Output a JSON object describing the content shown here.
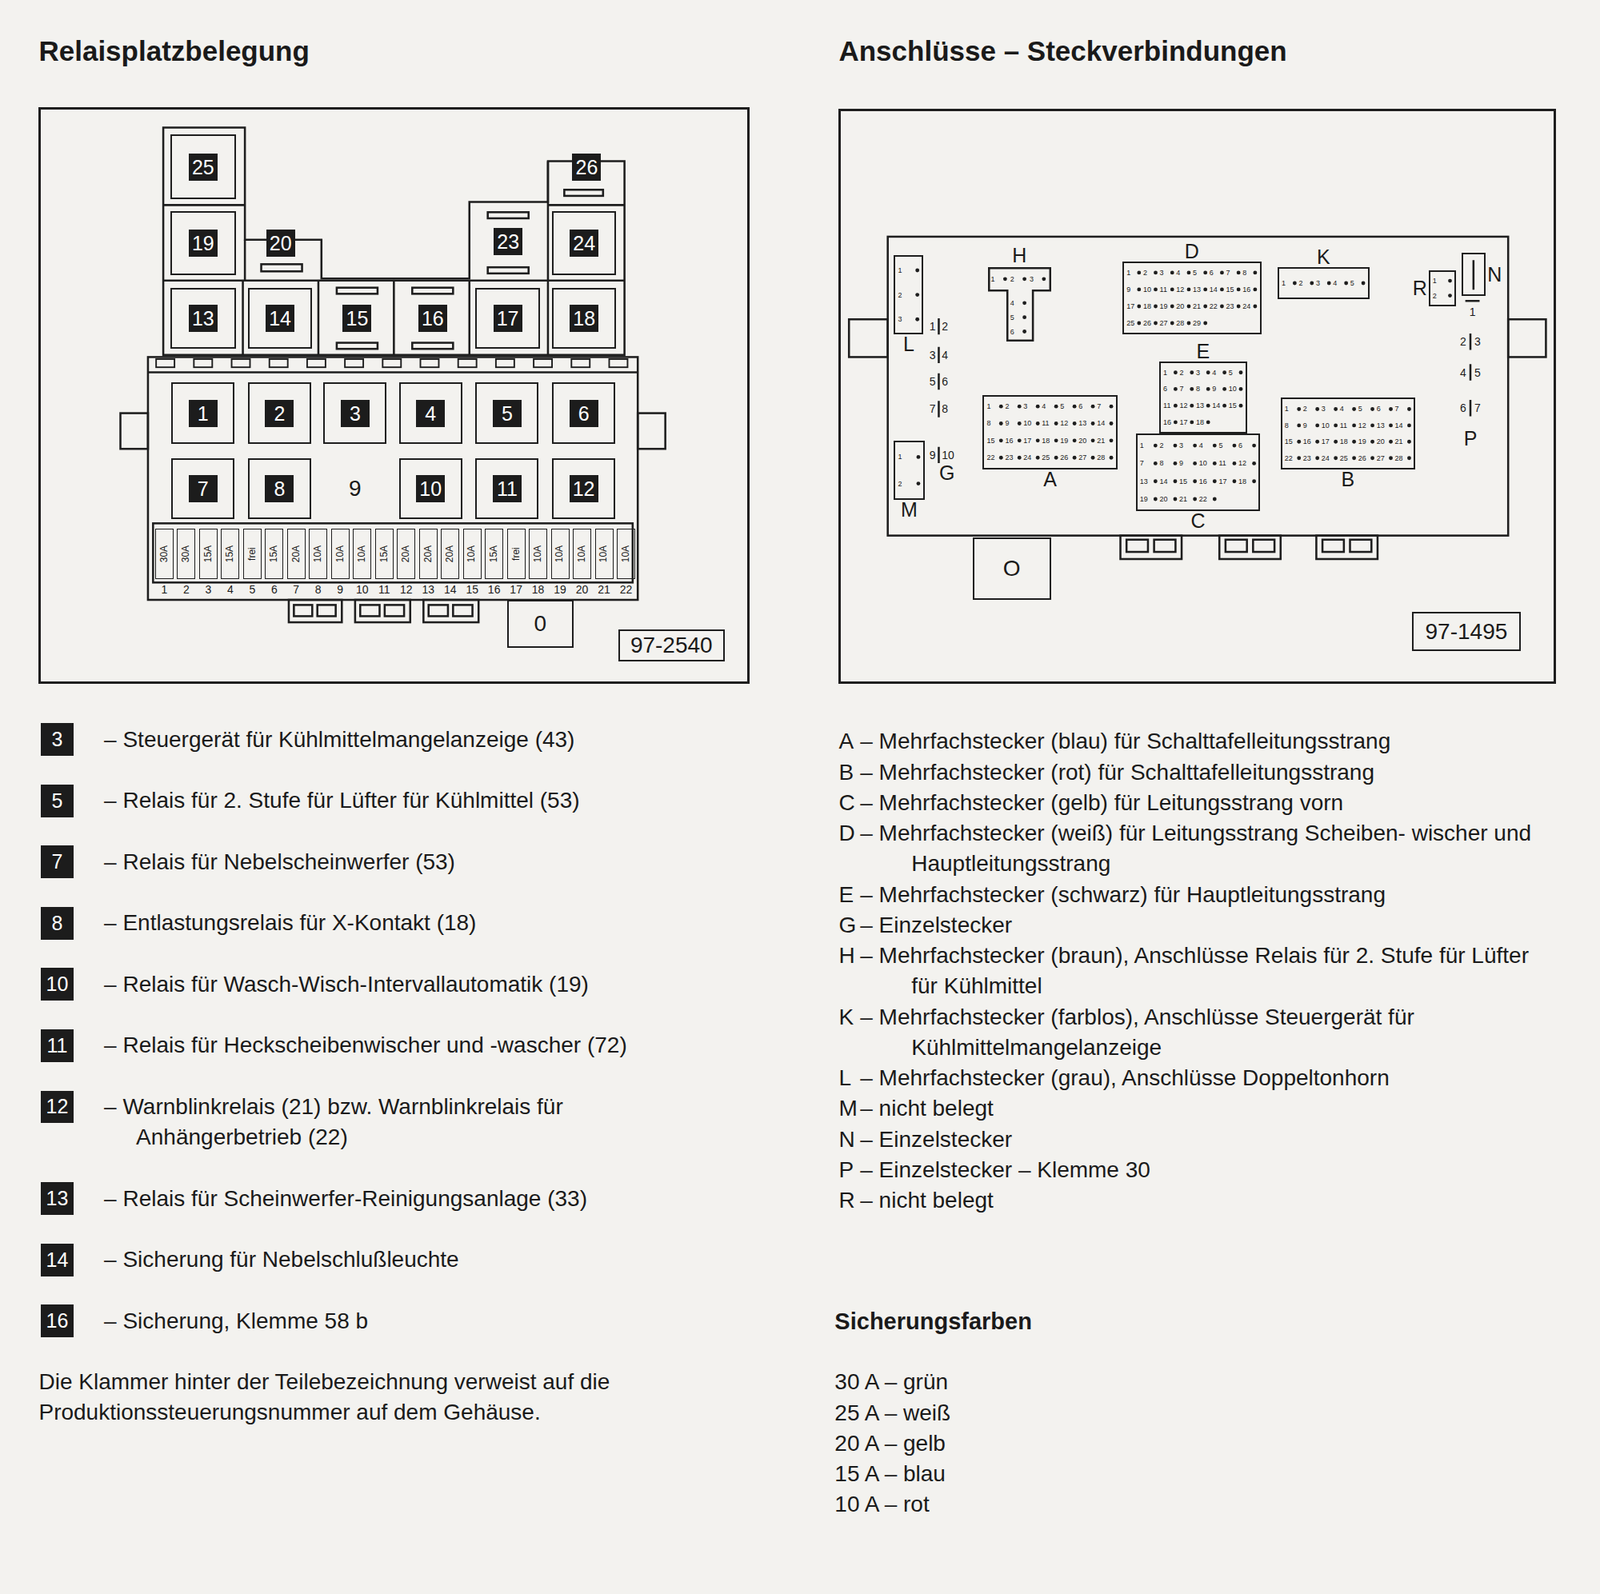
{
  "diagram": {
    "nodes": [
      {
        "text": [
          "Relaisplatzbelegung"
        ]
      },
      {
        "text": [
          "25"
        ],
        "in": 0
      },
      {
        "text": [
          "26"
        ],
        "in": 0
      },
      {
        "text": [
          "19"
        ],
        "in": 0
      },
      {
        "text": [
          "20"
        ],
        "in": 0
      },
      {
        "text": [
          "23"
        ],
        "in": 0
      },
      {
        "text": [
          "24"
        ],
        "in": 0
      },
      {
        "text": [
          "13"
        ],
        "in": 0
      },
      {
        "text": [
          "14"
        ],
        "in": 0
      },
      {
        "text": [
          "15"
        ],
        "in": 0
      },
      {
        "text": [
          "16"
        ],
        "in": 0
      },
      {
        "text": [
          "17"
        ],
        "in": 0
      },
      {
        "text": [
          "18"
        ],
        "in": 0
      },
      {
        "text": [
          "1"
        ],
        "in": 0
      },
      {
        "text": [
          "2"
        ],
        "in": 0
      },
      {
        "text": [
          "3"
        ],
        "in": 0
      },
      {
        "text": [
          "4"
        ],
        "in": 0
      },
      {
        "text": [
          "5"
        ],
        "in": 0
      },
      {
        "text": [
          "6"
        ],
        "in": 0
      },
      {
        "text": [
          "7"
        ],
        "in": 0
      },
      {
        "text": [
          "8"
        ],
        "in": 0
      },
      {
        "text": [
          "10"
        ],
        "in": 0
      },
      {
        "text": [
          "11"
        ],
        "in": 0
      },
      {
        "text": [
          "12"
        ],
        "in": 0
      },
      {
        "text": [
          "30A"
        ],
        "in": 0
      },
      {
        "text": [
          "30A"
        ],
        "in": 0
      },
      {
        "text": [
          "15A"
        ],
        "in": 0
      },
      {
        "text": [
          "15A"
        ],
        "in": 0
      },
      {
        "text": [
          "frei"
        ],
        "in": 0
      },
      {
        "text": [
          "15A"
        ],
        "in": 0
      },
      {
        "text": [
          "20A"
        ],
        "in": 0
      },
      {
        "text": [
          "10A"
        ],
        "in": 0
      },
      {
        "text": [
          "10A"
        ],
        "in": 0
      },
      {
        "text": [
          "10A"
        ],
        "in": 0
      },
      {
        "text": [
          "15A"
        ],
        "in": 0
      },
      {
        "text": [
          "20A"
        ],
        "in": 0
      },
      {
        "text": [
          "20A"
        ],
        "in": 0
      },
      {
        "text": [
          "20A"
        ],
        "in": 0
      },
      {
        "text": [
          "10A"
        ],
        "in": 0
      },
      {
        "text": [
          "15A"
        ],
        "in": 0
      },
      {
        "text": [
          "frei"
        ],
        "in": 0
      },
      {
        "text": [
          "10A"
        ],
        "in": 0
      },
      {
        "text": [
          "10A"
        ],
        "in": 0
      },
      {
        "text": [
          "10A"
        ],
        "in": 0
      },
      {
        "text": [
          "10A"
        ],
        "in": 0
      },
      {
        "text": [
          "10A"
        ],
        "in": 0
      },
      {
        "text": [
          "0"
        ],
        "in": 0
      },
      {
        "text": [
          "97-2540"
        ],
        "in": 0
      },
      {
        "text": [
          "3"
        ]
      },
      {
        "text": [
          "5"
        ]
      },
      {
        "text": [
          "7"
        ]
      },
      {
        "text": [
          "8"
        ]
      },
      {
        "text": [
          "10"
        ]
      },
      {
        "text": [
          "11"
        ]
      },
      {
        "text": [
          "12"
        ]
      },
      {
        "text": [
          "13"
        ]
      },
      {
        "text": [
          "14"
        ]
      },
      {
        "text": [
          "16"
        ]
      },
      {
        "text": [
          "Anschlüsse – Steckverbindungen"
        ]
      },
      {
        "text": [
          "L"
        ],
        "in": 58
      },
      {
        "text": [
          "H"
        ],
        "in": 58
      },
      {
        "text": [
          "D"
        ],
        "in": 58
      },
      {
        "text": [
          "K"
        ],
        "in": 58
      },
      {
        "text": [
          "R"
        ],
        "in": 58
      },
      {
        "text": [
          "N"
        ],
        "in": 58
      },
      {
        "text": [
          "E"
        ],
        "in": 58
      },
      {
        "text": [
          "A"
        ],
        "in": 58
      },
      {
        "text": [
          "B"
        ],
        "in": 58
      },
      {
        "text": [
          "C"
        ],
        "in": 58
      },
      {
        "text": [
          "M"
        ],
        "in": 58
      },
      {
        "text": [
          "O"
        ],
        "in": 58
      },
      {
        "text": [
          "97-1495"
        ],
        "in": 58
      }
    ],
    "labels": [
      "9",
      "1",
      "2",
      "3",
      "4",
      "5",
      "6",
      "7",
      "8",
      "9",
      "10",
      "11",
      "12",
      "13",
      "14",
      "15",
      "16",
      "17",
      "18",
      "19",
      "20",
      "21",
      "22",
      "– Steuergerät für Kühlmittelmangelanzeige (43)",
      "– Relais für 2. Stufe für Lüfter für Kühlmittel (53)",
      "– Relais für Nebelscheinwerfer (53)",
      "– Entlastungsrelais für X-Kontakt (18)",
      "– Relais für Wasch-Wisch-Intervallautomatik (19)",
      "– Relais für Heckscheibenwischer und -wascher (72)",
      "– Warnblinkrelais (21) bzw. Warnblinkrelais für Anhängerbetrieb (22)",
      "– Relais für Scheinwerfer-Reinigungsanlage (33)",
      "– Sicherung für Nebelschlußleuchte",
      "– Sicherung, Klemme 58 b",
      "Die Klammer hinter der Teilebezeichnung verweist auf die Produktionssteuerungsnummer auf dem Gehäuse.",
      "1",
      "2",
      "3",
      "1",
      "2",
      "3",
      "4",
      "5",
      "6",
      "1",
      "2",
      "3",
      "4",
      "5",
      "6",
      "7",
      "8",
      "9",
      "10",
      "11",
      "12",
      "13",
      "14",
      "15",
      "16",
      "17",
      "18",
      "19",
      "20",
      "21",
      "22",
      "23",
      "24",
      "25",
      "26",
      "27",
      "28",
      "29",
      "1",
      "2",
      "3",
      "4",
      "5",
      "1",
      "2",
      "1",
      "2",
      "3",
      "4",
      "5",
      "6",
      "7",
      "8",
      "9",
      "10",
      "11",
      "12",
      "13",
      "14",
      "15",
      "16",
      "17",
      "18",
      "1",
      "2",
      "3",
      "4",
      "5",
      "6",
      "7",
      "8",
      "9",
      "10",
      "11",
      "12",
      "13",
      "14",
      "15",
      "16",
      "17",
      "18",
      "19",
      "20",
      "21",
      "22",
      "23",
      "24",
      "25",
      "26",
      "27",
      "28",
      "1",
      "2",
      "3",
      "4",
      "5",
      "6",
      "7",
      "8",
      "9",
      "10",
      "11",
      "12",
      "13",
      "14",
      "15",
      "16",
      "17",
      "18",
      "19",
      "20",
      "21",
      "22",
      "23",
      "24",
      "25",
      "26",
      "27",
      "28",
      "1",
      "2",
      "3",
      "4",
      "5",
      "6",
      "7",
      "8",
      "9",
      "10",
      "11",
      "12",
      "13",
      "14",
      "15",
      "16",
      "17",
      "18",
      "19",
      "20",
      "21",
      "22",
      "1",
      "2",
      "1",
      "2",
      "3",
      "4",
      "5",
      "6",
      "7",
      "8",
      "9",
      "10",
      "G",
      "1",
      "2",
      "3",
      "4",
      "5",
      "6",
      "7",
      "P",
      "A",
      "– Mehrfachstecker (blau) für Schalttafelleitungsstrang",
      "B",
      "– Mehrfachstecker (rot) für Schalttafelleitungsstrang",
      "C",
      "– Mehrfachstecker (gelb) für Leitungsstrang vorn",
      "D",
      "– Mehrfachstecker (weiß) für Leitungsstrang Scheiben- wischer und Hauptleitungsstrang",
      "E",
      "– Mehrfachstecker (schwarz) für Hauptleitungsstrang",
      "G",
      "– Einzelstecker",
      "H",
      "– Mehrfachstecker (braun), Anschlüsse Relais für 2. Stufe für Lüfter für Kühlmittel",
      "K",
      "– Mehrfachstecker (farblos), Anschlüsse Steuergerät für Kühlmittelmangelanzeige",
      "L",
      "– Mehrfachstecker (grau), Anschlüsse Doppeltonhorn",
      "M",
      "– nicht belegt",
      "N",
      "– Einzelstecker",
      "P",
      "– Einzelstecker – Klemme 30",
      "R",
      "– nicht belegt",
      "Sicherungsfarben",
      "30 A – grün",
      "25 A – weiß",
      "20 A – gelb",
      "15 A – blau",
      "10 A – rot"
    ]
  }
}
